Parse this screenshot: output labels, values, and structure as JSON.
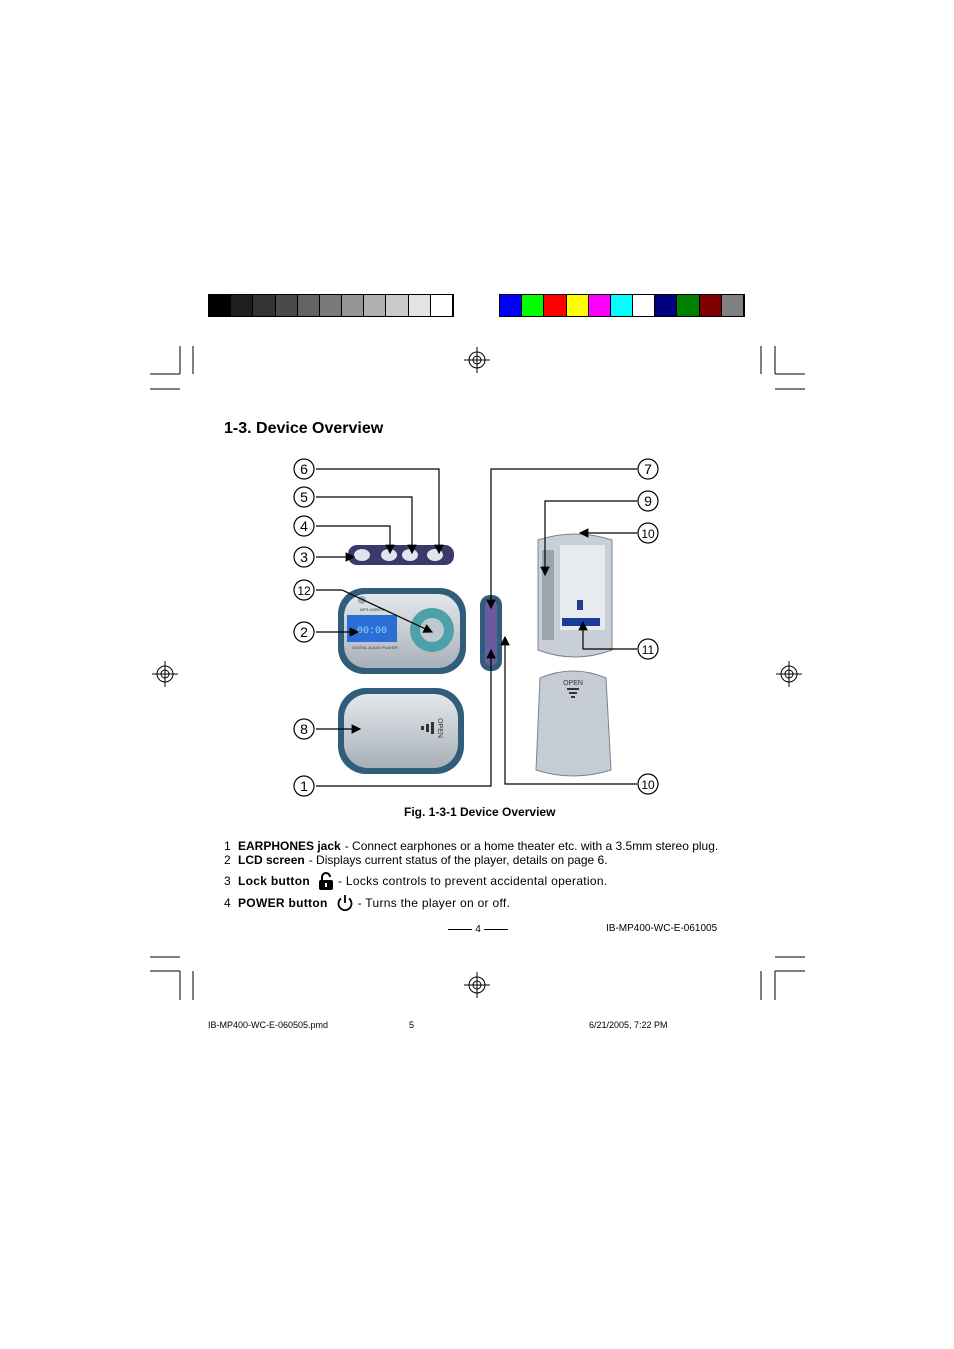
{
  "colors": {
    "gray_bar": [
      "#000000",
      "#1e1e1e",
      "#333333",
      "#4a4a4a",
      "#636363",
      "#7a7a7a",
      "#959595",
      "#b0b0b0",
      "#c9c9c9",
      "#e3e3e3",
      "#ffffff"
    ],
    "color_bar": [
      "#0000ff",
      "#00ff00",
      "#ff0000",
      "#ffff00",
      "#ff00ff",
      "#00ffff",
      "#ffffff",
      "#000080",
      "#008000",
      "#800000",
      "#808080"
    ]
  },
  "heading": "1-3. Device Overview",
  "figure": {
    "callouts": [
      "1",
      "2",
      "3",
      "4",
      "5",
      "6",
      "7",
      "8",
      "9",
      "10",
      "10",
      "11",
      "12"
    ],
    "player_brand": "MP3 400BTS",
    "player_text": "DIGITAL AUDIO PLAYER",
    "open_label": "OPEN",
    "lcd_digits": "00:00"
  },
  "caption": "Fig. 1-3-1 Device Overview",
  "items": [
    {
      "num": "1",
      "name": "EARPHONES jack",
      "desc": "- Connect earphones or a home theater etc. with a 3.5mm stereo plug.",
      "icon": ""
    },
    {
      "num": "2",
      "name": "LCD screen",
      "desc": "- Displays current status of the player, details on page 6.",
      "icon": ""
    },
    {
      "num": "3",
      "name": "Lock button",
      "desc": "- Locks controls to prevent accidental operation.",
      "icon": "lock-icon"
    },
    {
      "num": "4",
      "name": "POWER button",
      "desc": "- Turns the player on or off.",
      "icon": "power-icon"
    }
  ],
  "page_number": "4",
  "doc_code": "IB-MP400-WC-E-061005",
  "footer": {
    "file": "IB-MP400-WC-E-060505.pmd",
    "page": "5",
    "date": "6/21/2005, 7:22 PM"
  }
}
